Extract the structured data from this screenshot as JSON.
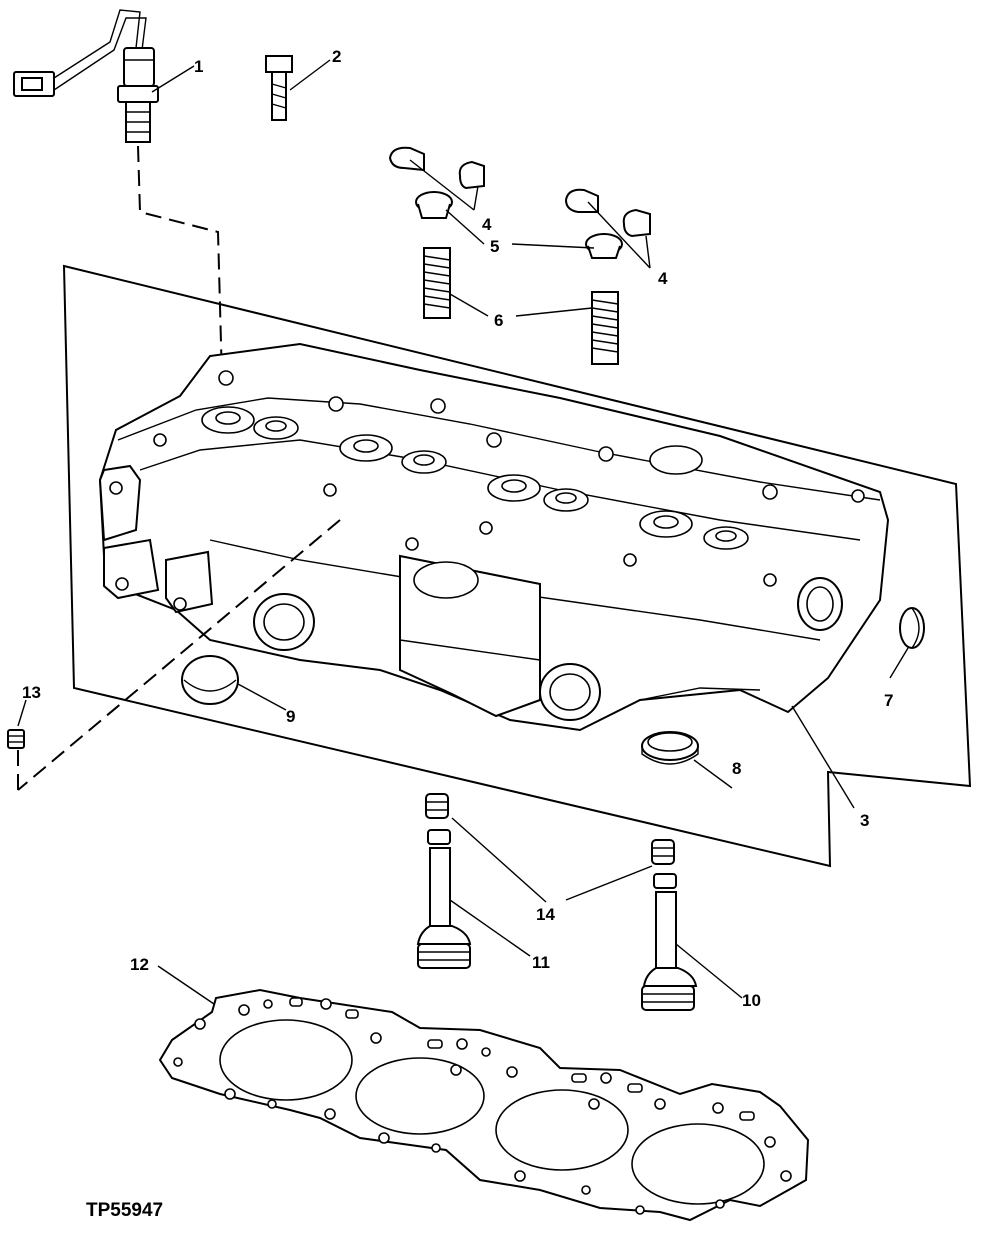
{
  "diagram": {
    "reference_code": "TP55947",
    "callouts": [
      {
        "id": "c1",
        "label": "1"
      },
      {
        "id": "c2",
        "label": "2"
      },
      {
        "id": "c3",
        "label": "3"
      },
      {
        "id": "c4a",
        "label": "4"
      },
      {
        "id": "c4b",
        "label": "4"
      },
      {
        "id": "c5",
        "label": "5"
      },
      {
        "id": "c6",
        "label": "6"
      },
      {
        "id": "c7",
        "label": "7"
      },
      {
        "id": "c8",
        "label": "8"
      },
      {
        "id": "c9",
        "label": "9"
      },
      {
        "id": "c10",
        "label": "10"
      },
      {
        "id": "c11",
        "label": "11"
      },
      {
        "id": "c12",
        "label": "12"
      },
      {
        "id": "c13",
        "label": "13"
      },
      {
        "id": "c14",
        "label": "14"
      }
    ]
  }
}
